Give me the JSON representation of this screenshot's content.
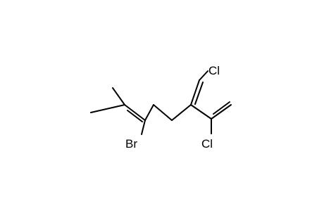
{
  "molecule": {
    "atom_labels": {
      "br": "Br",
      "cl_top": "Cl",
      "cl_bottom": "Cl"
    },
    "bond_color": "#000000",
    "background": "#ffffff"
  }
}
